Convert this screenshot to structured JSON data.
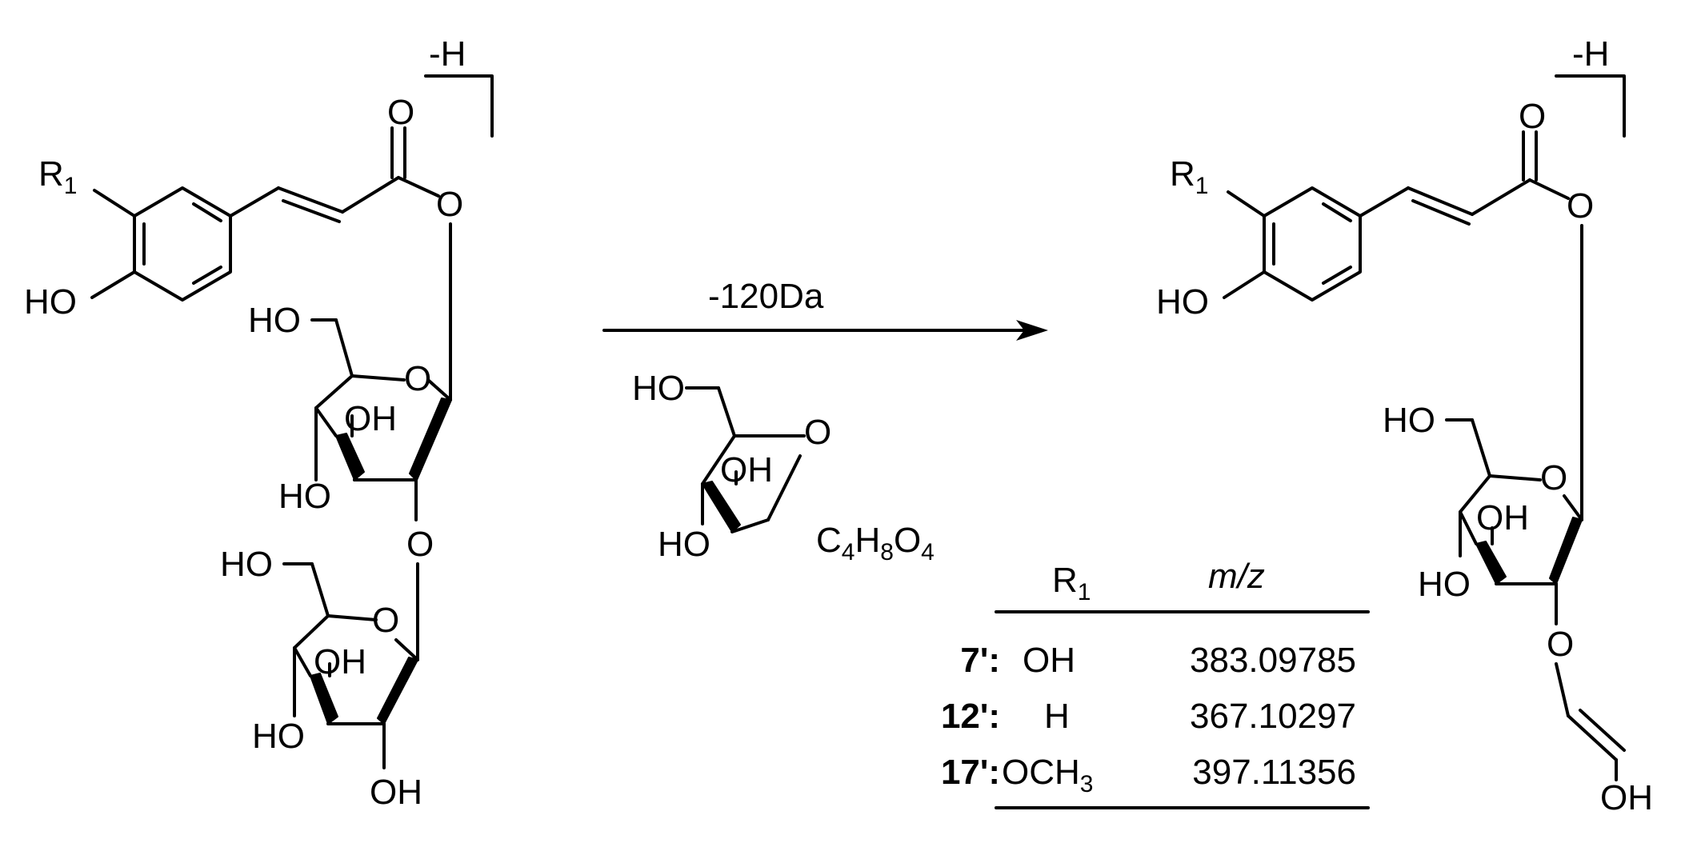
{
  "left_structure": {
    "charge": "-H",
    "r_group": "R",
    "r_subscript": "1",
    "phenol": "HO",
    "carbonyl_o": "O",
    "ester_o": "O",
    "glc1": {
      "ch2oh": "HO",
      "ring_o": "O",
      "oh3": "OH",
      "oh4": "HO",
      "link_o": "O"
    },
    "glc2": {
      "ch2oh": "HO",
      "ring_o": "O",
      "oh3": "OH",
      "oh4": "HO",
      "oh2": "OH"
    }
  },
  "reaction": {
    "loss": "-120Da",
    "fragment": {
      "ch2oh": "HO",
      "ring_o": "O",
      "oh3": "OH",
      "oh4": "HO"
    },
    "formula": {
      "c": "C",
      "c_n": "4",
      "h": "H",
      "h_n": "8",
      "o": "O",
      "o_n": "4"
    }
  },
  "right_structure": {
    "charge": "-H",
    "r_group": "R",
    "r_subscript": "1",
    "phenol": "HO",
    "carbonyl_o": "O",
    "ester_o": "O",
    "glc": {
      "ch2oh": "HO",
      "ring_o": "O",
      "oh3": "OH",
      "oh4": "HO",
      "link_o": "O"
    },
    "enol_oh": "OH"
  },
  "table": {
    "header_r": "R",
    "header_r_sub": "1",
    "header_mz": "m/z",
    "rows": [
      {
        "id": "7':",
        "r": "OH",
        "r_sub": "",
        "mz": "383.09785"
      },
      {
        "id": "12':",
        "r": "H",
        "r_sub": "",
        "mz": "367.10297"
      },
      {
        "id": "17':",
        "r": "OCH",
        "r_sub": "3",
        "mz": "397.11356"
      }
    ]
  }
}
